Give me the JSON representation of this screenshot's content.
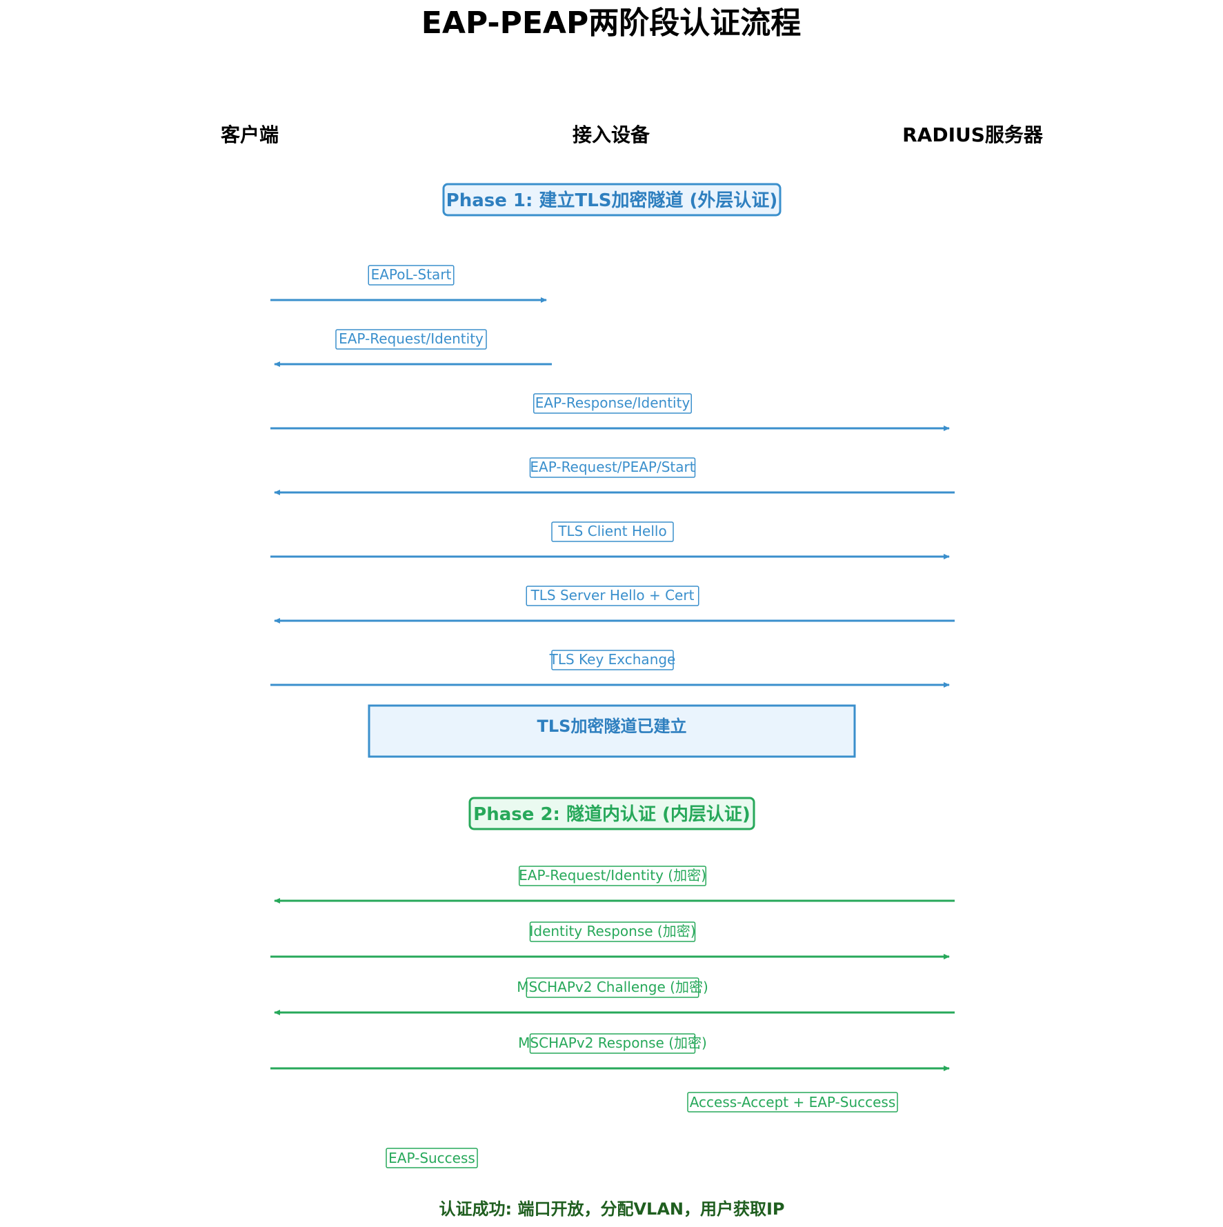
{
  "title": "EAP-PEAP两阶段认证流程",
  "actors": {
    "client": "客户端",
    "nas": "接入设备",
    "radius": "RADIUS服务器"
  },
  "colors": {
    "phase1": "#3a8fcc",
    "phase2": "#27a85a",
    "tunnel_fill": "#eaf4fd",
    "result": "#1f5e1f"
  },
  "phase1": {
    "label": "Phase 1: 建立TLS加密隧道 (外层认证)",
    "messages": [
      {
        "label": "EAPoL-Start",
        "from": "client",
        "to": "nas"
      },
      {
        "label": "EAP-Request/Identity",
        "from": "nas",
        "to": "client"
      },
      {
        "label": "EAP-Response/Identity",
        "from": "client",
        "to": "radius"
      },
      {
        "label": "EAP-Request/PEAP/Start",
        "from": "radius",
        "to": "client"
      },
      {
        "label": "TLS Client Hello",
        "from": "client",
        "to": "radius"
      },
      {
        "label": "TLS Server Hello + Cert",
        "from": "radius",
        "to": "client"
      },
      {
        "label": "TLS Key Exchange",
        "from": "client",
        "to": "radius"
      }
    ],
    "tunnel_label": "TLS加密隧道已建立"
  },
  "phase2": {
    "label": "Phase 2: 隧道内认证 (内层认证)",
    "messages": [
      {
        "label": "EAP-Request/Identity (加密)",
        "from": "radius",
        "to": "client"
      },
      {
        "label": "Identity Response (加密)",
        "from": "client",
        "to": "radius"
      },
      {
        "label": "MSCHAPv2 Challenge (加密)",
        "from": "radius",
        "to": "client"
      },
      {
        "label": "MSCHAPv2 Response (加密)",
        "from": "client",
        "to": "radius"
      }
    ],
    "notes": [
      "Access-Accept + EAP-Success",
      "EAP-Success"
    ]
  },
  "result": "认证成功: 端口开放，分配VLAN，用户获取IP"
}
